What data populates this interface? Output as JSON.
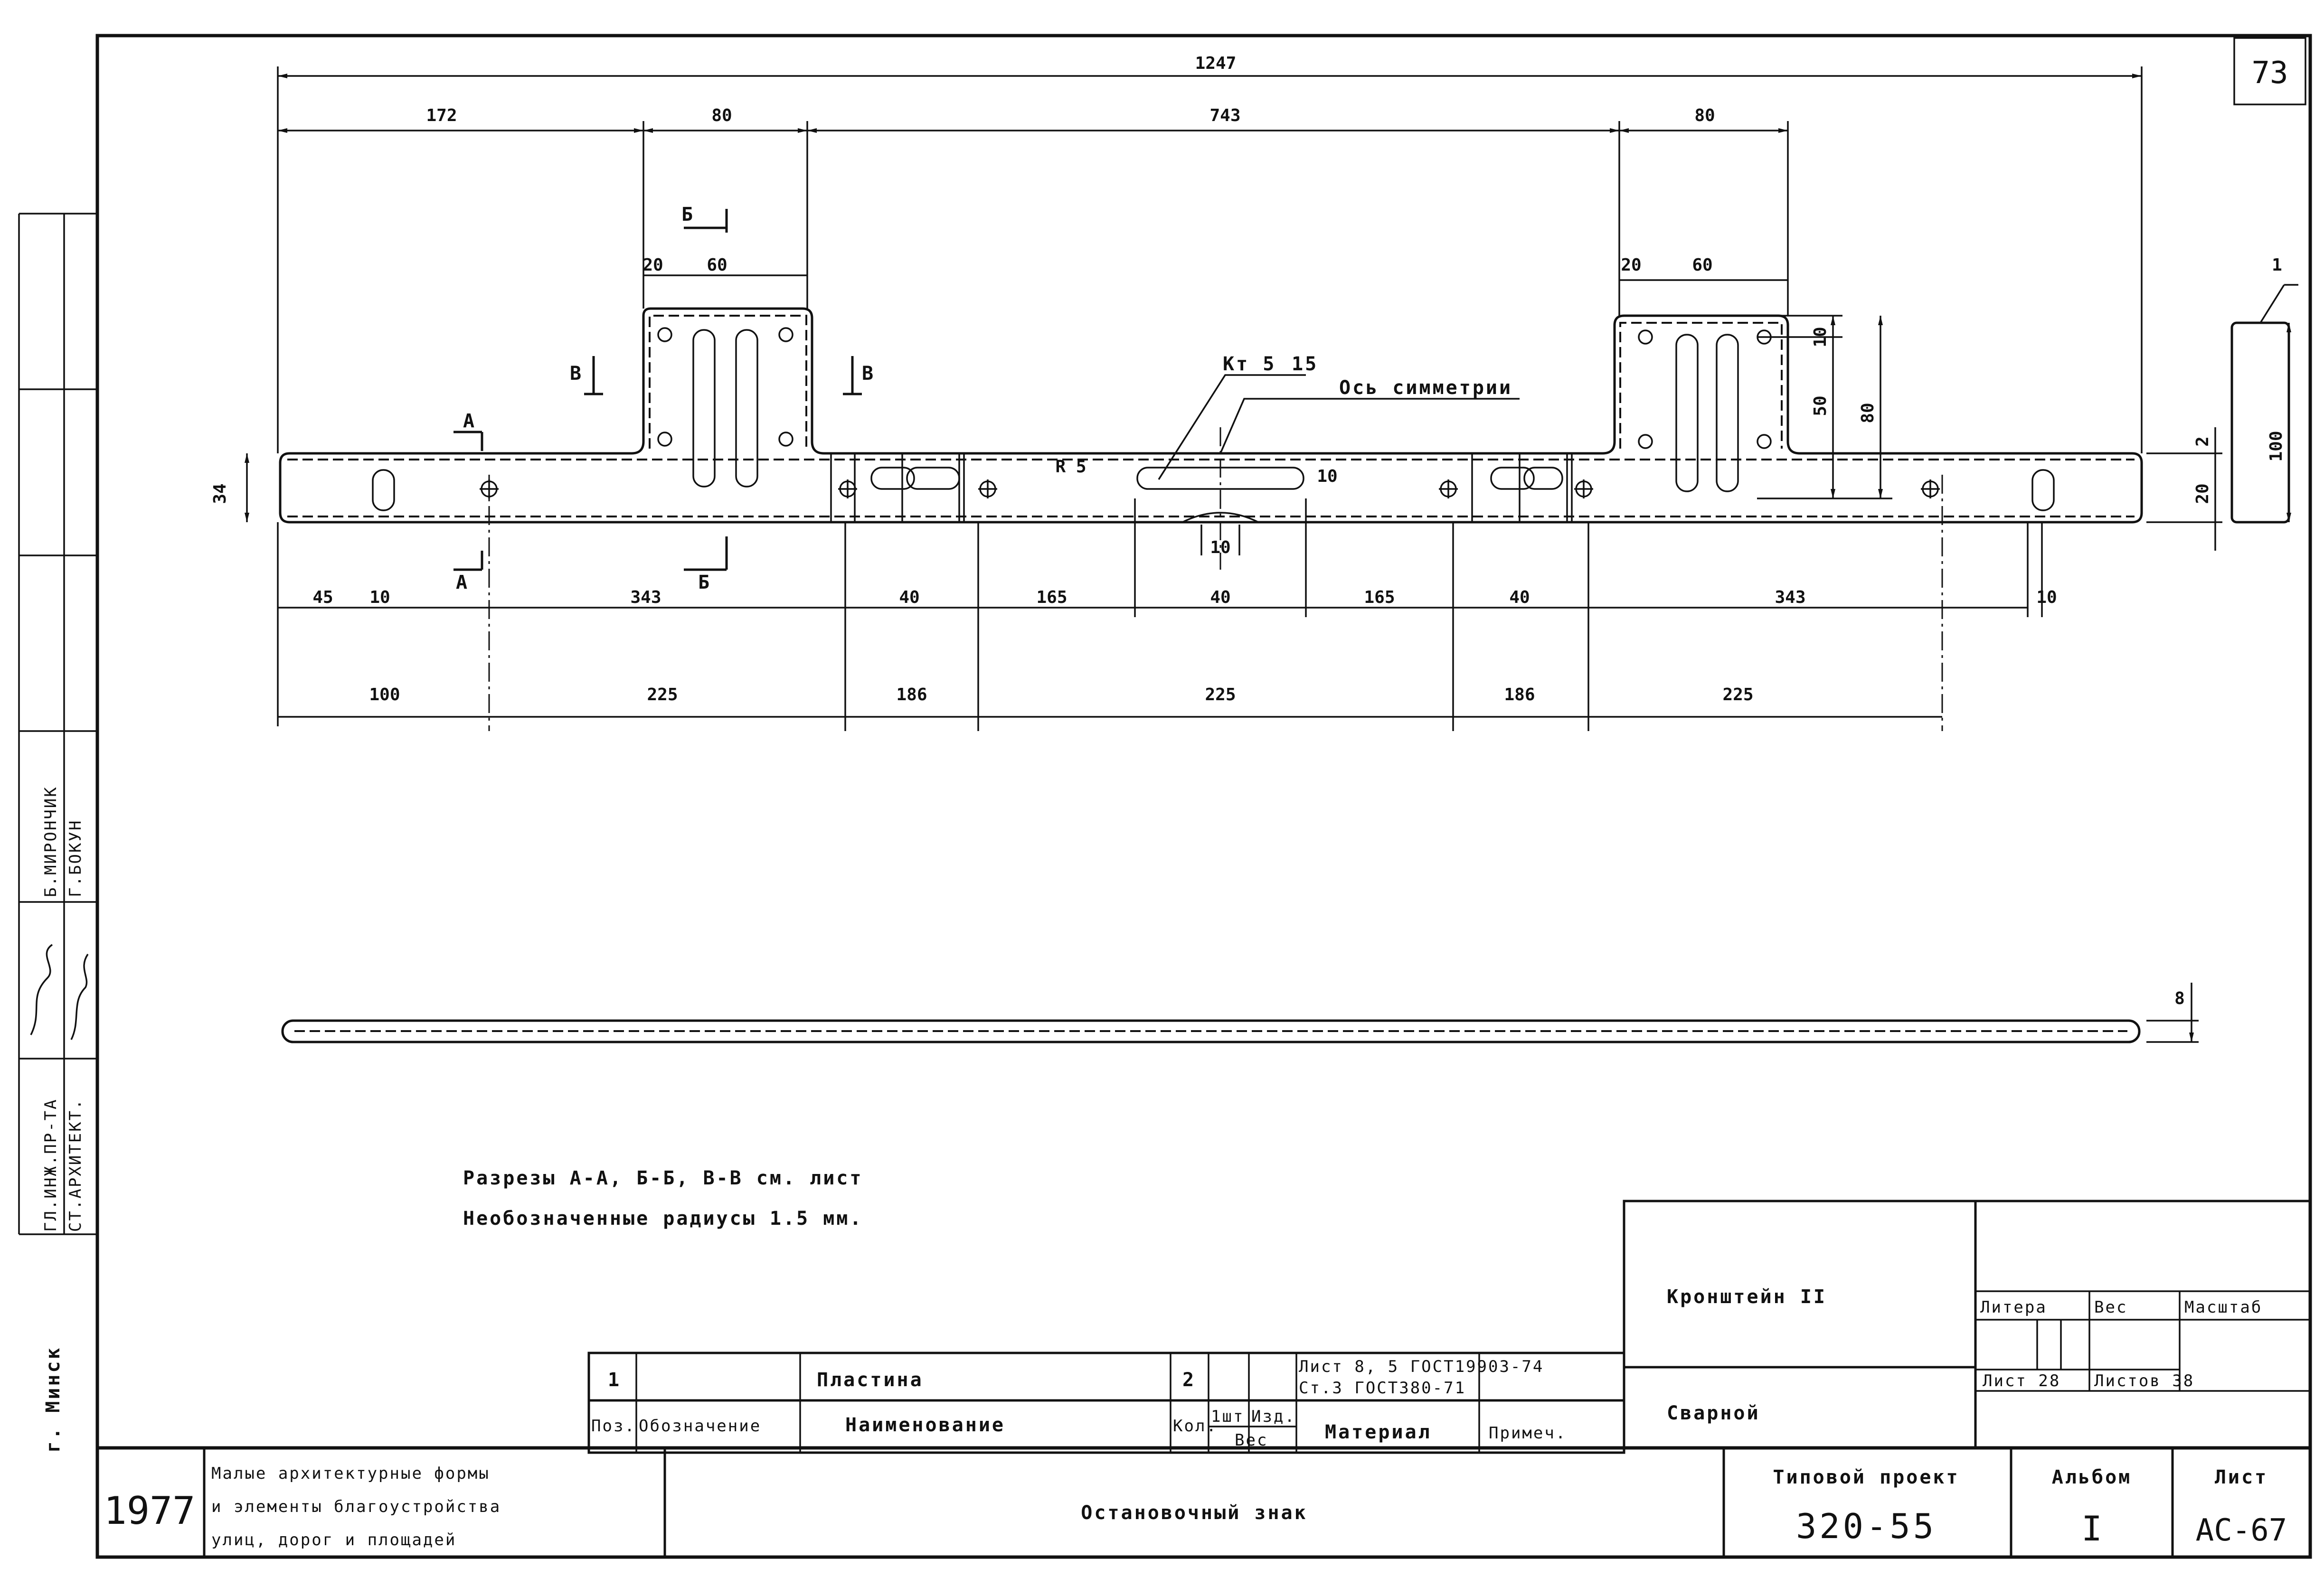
{
  "sheet_number": "73",
  "dimensions": {
    "overall": "1247",
    "top": [
      "172",
      "80",
      "743",
      "80"
    ],
    "tab": [
      "20",
      "60"
    ],
    "right_vertical": [
      "10",
      "50",
      "80",
      "2",
      "20",
      "100"
    ],
    "row1": [
      "45",
      "10",
      "343",
      "40",
      "165",
      "40",
      "165",
      "40",
      "343",
      "10"
    ],
    "row2": [
      "100",
      "225",
      "186",
      "225",
      "186",
      "225"
    ],
    "slot": "10",
    "r": "R 5",
    "center_width": "10",
    "side_top": "1",
    "side_height": "34",
    "thickness": "8"
  },
  "section_marks": {
    "a": "А",
    "b": "Б",
    "v": "В"
  },
  "callouts": {
    "weld": "Кт 5",
    "weld_len": "15",
    "symmetry_axis": "Ось симметрии"
  },
  "notes": [
    "Разрезы А-А, Б-Б, В-В см. лист",
    "Необозначенные радиусы 1.5 мм."
  ],
  "left_strip": {
    "roles": [
      "ГЛ.ИНЖ.ПР-ТА",
      "СТ.АРХИТЕКТ."
    ],
    "names": [
      "Б.МИРОНЧИК",
      "Г.БОКУН"
    ],
    "city": "г. Минск"
  },
  "spec_table": {
    "pos": "1",
    "name": "Пластина",
    "qty": "2",
    "material_line1": "Лист 8, 5 ГОСТ19903-74",
    "material_line2": "Ст.3 ГОСТ380-71",
    "headers": {
      "pos": "Поз.",
      "designation": "Обозначение",
      "name": "Наименование",
      "qty": "Кол.",
      "unit": "1шт",
      "product": "Изд.",
      "weight": "Вес",
      "material": "Материал",
      "note": "Примеч."
    }
  },
  "title_block": {
    "part_name": "Кронштейн II",
    "type": "Сварной",
    "litera": "Литера",
    "ves": "Вес",
    "masshtab": "Масштаб",
    "list_label": "Лист 28",
    "total_sheets": "Листов 38",
    "year": "1977",
    "series_line1": "Малые архитектурные формы",
    "series_line2": "и элементы благоустройства",
    "series_line3": "улиц, дорог и площадей",
    "drawing_title": "Остановочный знак",
    "project_label": "Типовой проект",
    "project_number": "320-55",
    "album_label": "Альбом",
    "album_number": "I",
    "sheet_label": "Лист",
    "sheet_code": "АС-67"
  }
}
